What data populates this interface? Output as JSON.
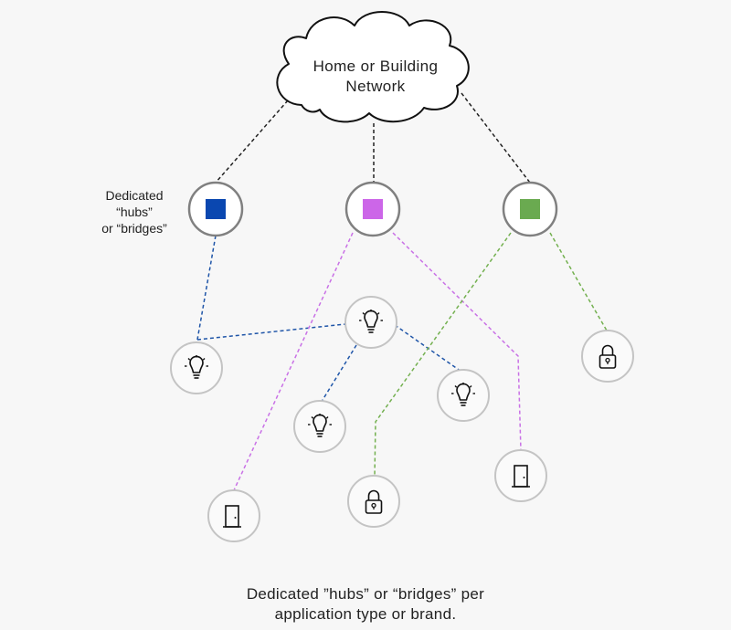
{
  "network": {
    "label_line1": "Home or Building",
    "label_line2": "Network"
  },
  "hub_label": {
    "line1": "Dedicated",
    "line2": "“hubs”",
    "line3": "or “bridges”"
  },
  "caption": {
    "line1": "Dedicated ”hubs” or “bridges” per",
    "line2": "application type or brand."
  },
  "colors": {
    "hub_blue": "#0a47b0",
    "hub_purple": "#cc66e8",
    "hub_green": "#6aaa50",
    "link_blue": "#1f55a8",
    "link_purple": "#c971e6",
    "link_green": "#73b04f",
    "link_network": "#222222",
    "node_border": "#c4c4c4",
    "hub_border": "#808080"
  },
  "hubs": [
    {
      "id": "hub-blue",
      "color": "#0a47b0"
    },
    {
      "id": "hub-purple",
      "color": "#cc66e8"
    },
    {
      "id": "hub-green",
      "color": "#6aaa50"
    }
  ],
  "devices": [
    {
      "id": "bulb-center",
      "icon": "lightbulb-icon",
      "hub": "hub-blue"
    },
    {
      "id": "bulb-left",
      "icon": "lightbulb-icon",
      "hub": "hub-blue"
    },
    {
      "id": "bulb-lower-middle",
      "icon": "lightbulb-icon",
      "hub": "hub-blue"
    },
    {
      "id": "bulb-right",
      "icon": "lightbulb-icon",
      "hub": "hub-blue"
    },
    {
      "id": "door-left",
      "icon": "door-icon",
      "hub": "hub-purple"
    },
    {
      "id": "door-right",
      "icon": "door-icon",
      "hub": "hub-purple"
    },
    {
      "id": "lock-middle",
      "icon": "padlock-icon",
      "hub": "hub-green"
    },
    {
      "id": "lock-right",
      "icon": "padlock-icon",
      "hub": "hub-green"
    }
  ]
}
